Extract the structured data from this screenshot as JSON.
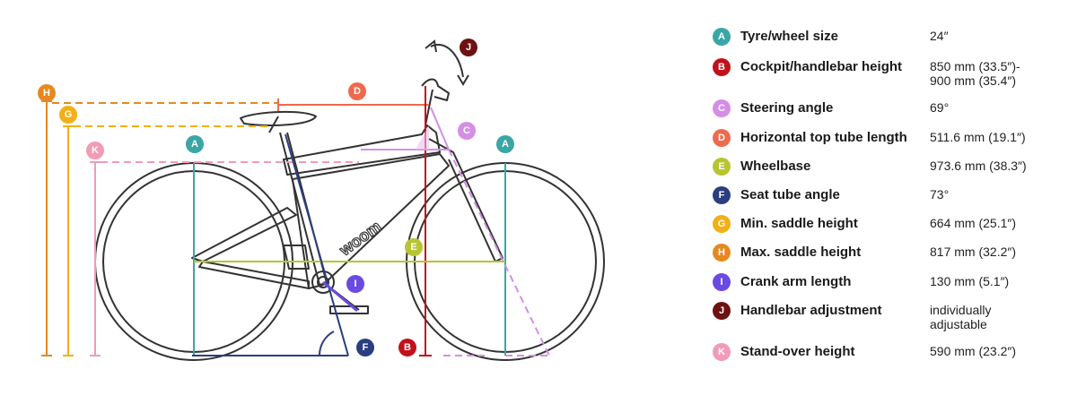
{
  "brand": "woom",
  "colors": {
    "A": "#3aa6a6",
    "B": "#c0121a",
    "C": "#d48ee6",
    "D": "#ee6a4c",
    "E": "#b7c531",
    "F": "#2a3e80",
    "G": "#f2b016",
    "H": "#e5891e",
    "I": "#6b4ae0",
    "J": "#6e1111",
    "K": "#f29bb6",
    "frame": "#333333"
  },
  "legend": [
    {
      "key": "A",
      "label": "Tyre/wheel size",
      "value": "24″"
    },
    {
      "key": "B",
      "label": "Cockpit/handlebar height",
      "value": "850 mm (33.5″)-\n900 mm (35.4″)"
    },
    {
      "key": "C",
      "label": "Steering angle",
      "value": "69°"
    },
    {
      "key": "D",
      "label": "Horizontal top tube length",
      "value": "511.6 mm (19.1″)"
    },
    {
      "key": "E",
      "label": "Wheelbase",
      "value": "973.6 mm (38.3″)"
    },
    {
      "key": "F",
      "label": "Seat tube angle",
      "value": "73°"
    },
    {
      "key": "G",
      "label": "Min. saddle height",
      "value": "664 mm (25.1″)"
    },
    {
      "key": "H",
      "label": "Max. saddle height",
      "value": "817 mm (32.2″)"
    },
    {
      "key": "I",
      "label": "Crank arm length",
      "value": "130 mm (5.1″)"
    },
    {
      "key": "J",
      "label": "Handlebar adjustment",
      "value": "individually\nadjustable"
    },
    {
      "key": "K",
      "label": "Stand-over height",
      "value": "590 mm (23.2″)"
    }
  ]
}
